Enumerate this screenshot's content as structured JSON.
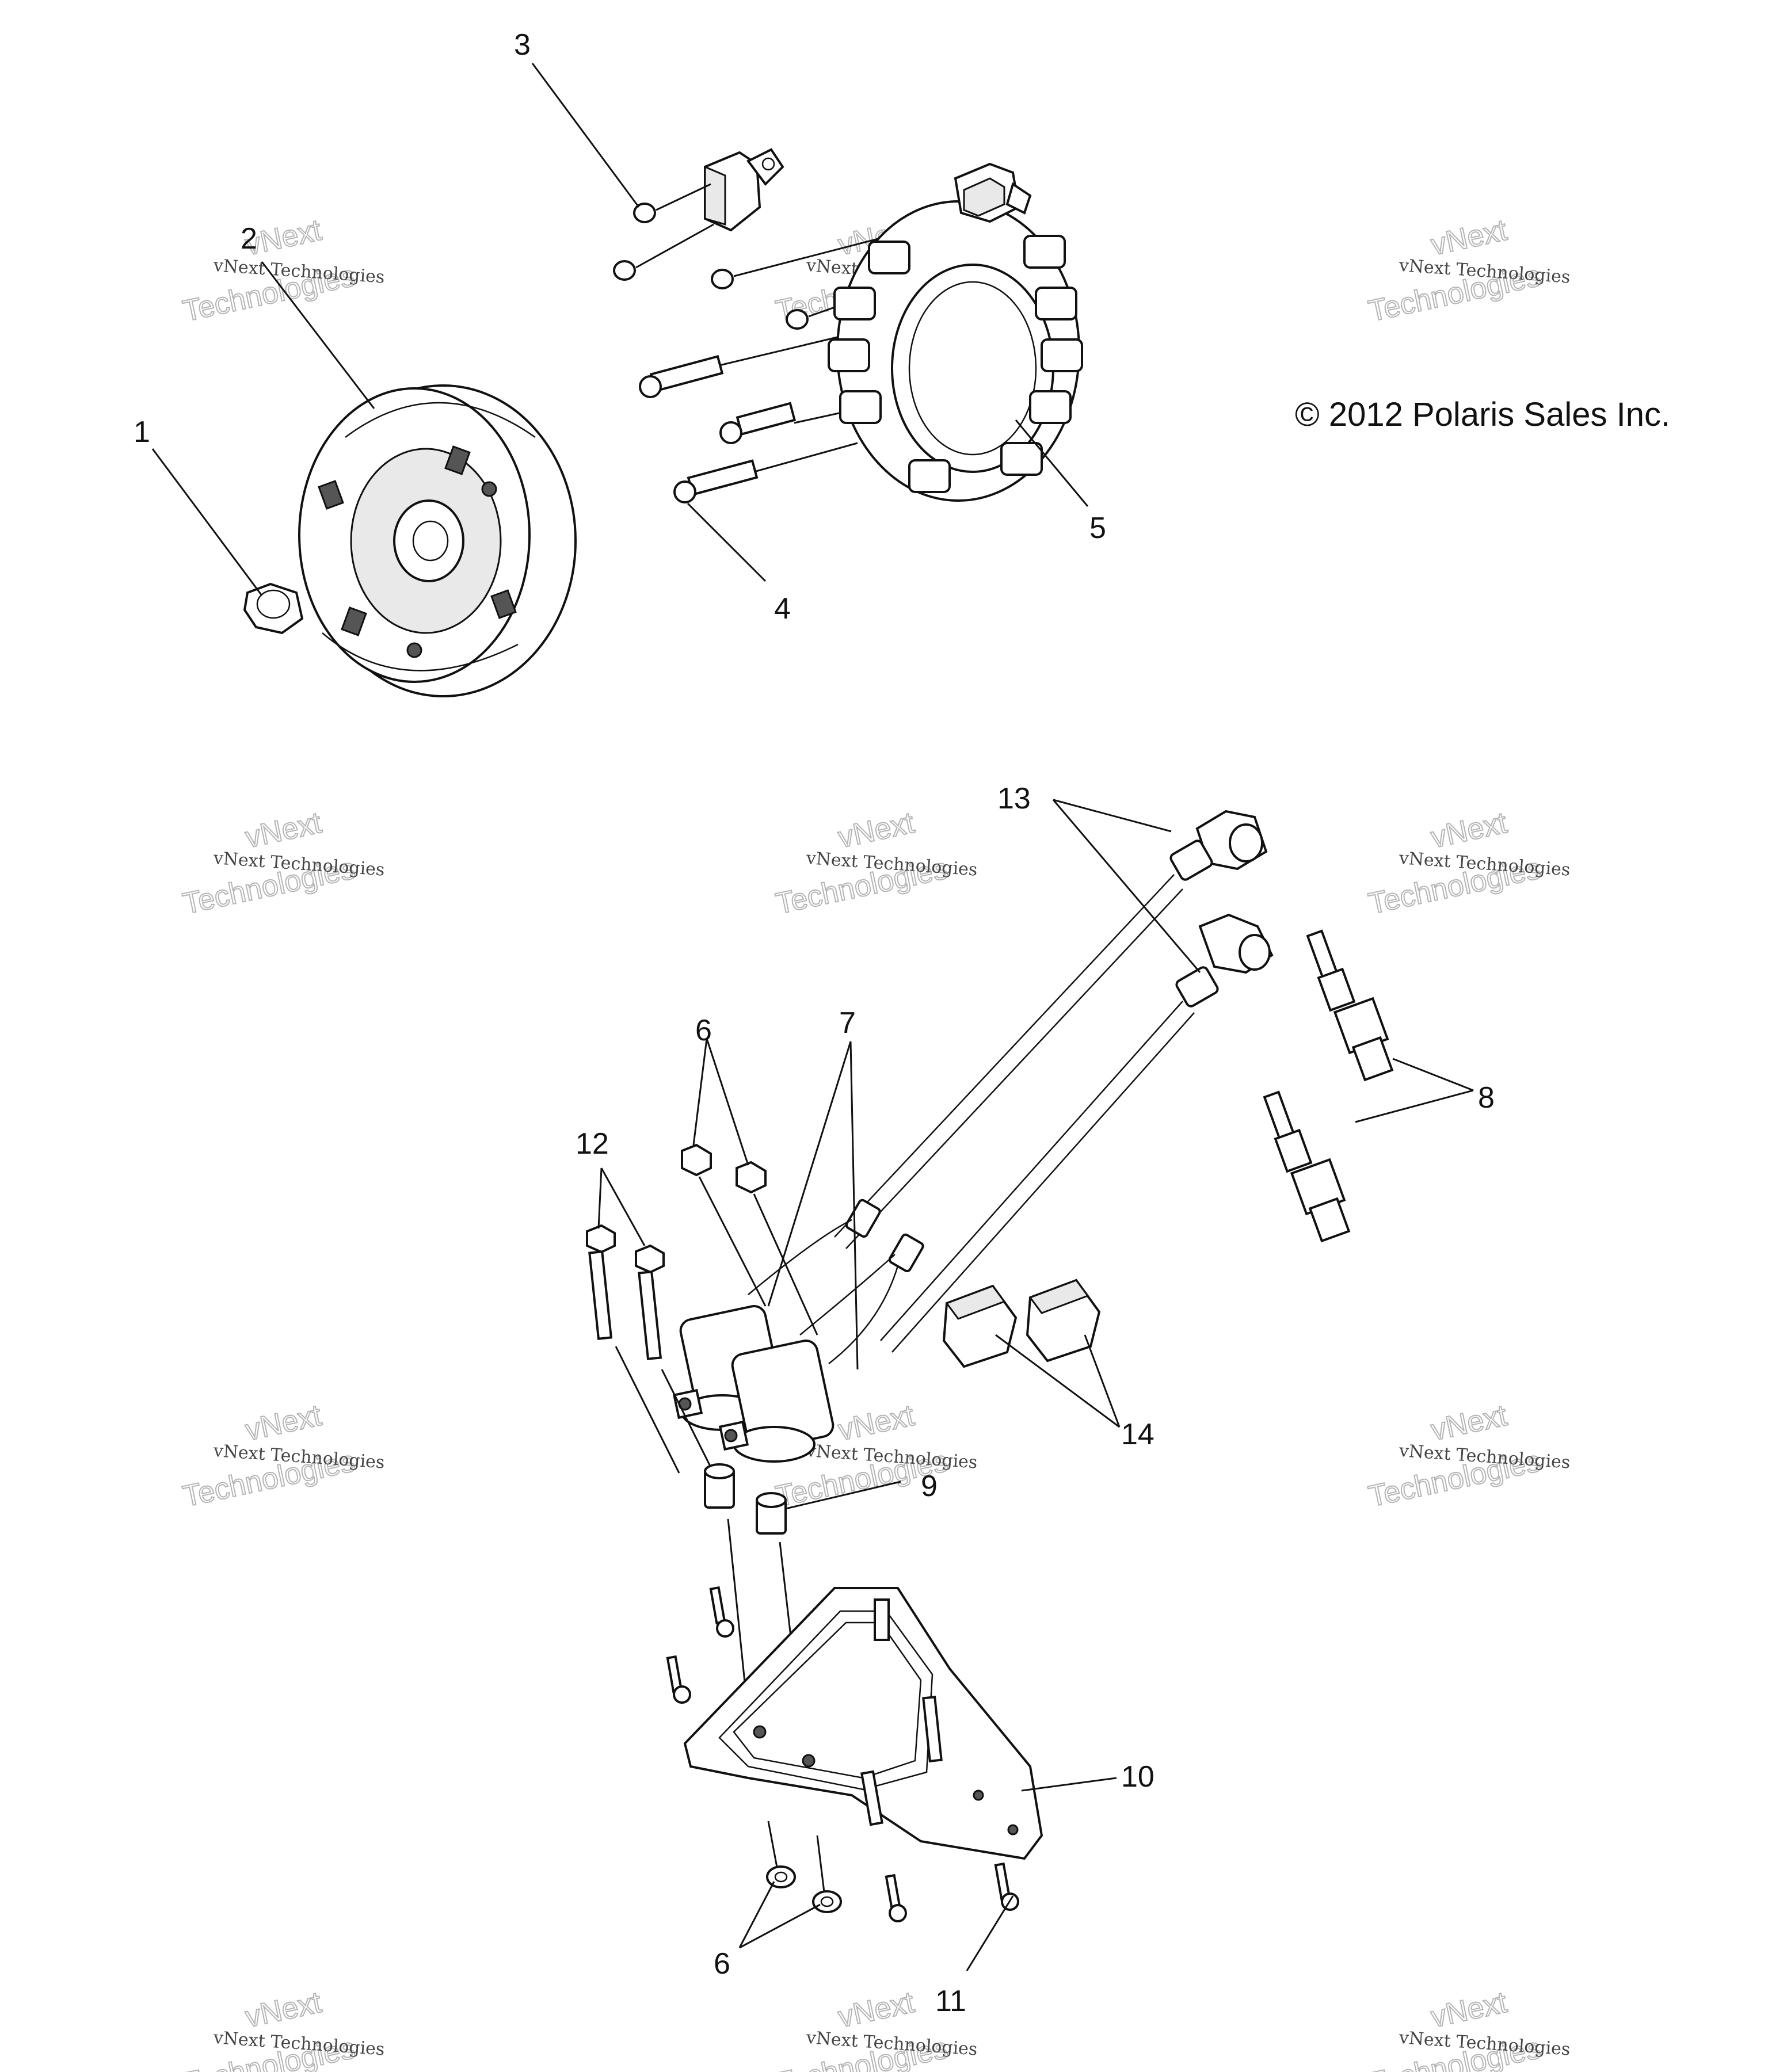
{
  "copyright": "© 2012 Polaris Sales Inc.",
  "watermark": {
    "line1": "vNext Technologies",
    "line2": "Technologies",
    "arc": "vNext"
  },
  "callouts": [
    "1",
    "2",
    "3",
    "4",
    "5",
    "6",
    "7",
    "8",
    "9",
    "10",
    "11",
    "12",
    "13",
    "14"
  ],
  "callout_6_bottom": "6"
}
